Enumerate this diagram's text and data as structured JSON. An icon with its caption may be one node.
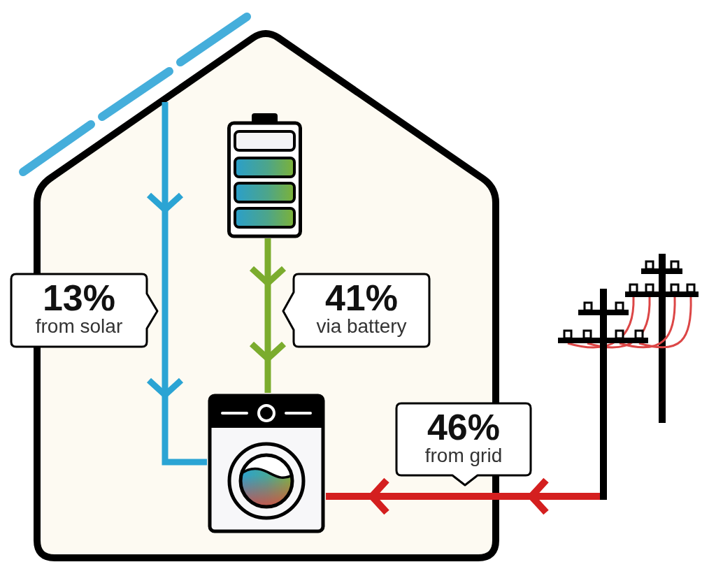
{
  "diagram": {
    "nodes": [
      {
        "text": [],
        "shape": "picture"
      },
      {
        "text": [],
        "shape": "picture"
      },
      {
        "text": [],
        "shape": "picture"
      },
      {
        "text": [
          "13%",
          "from solar"
        ]
      },
      {
        "text": [
          "41%",
          "via battery"
        ]
      },
      {
        "text": [],
        "shape": "picture"
      },
      {
        "text": [
          "46%",
          "from grid"
        ]
      }
    ],
    "edges": [
      {
        "from": 0,
        "to": 5,
        "arrow": "to",
        "color": "#2ba4d4"
      },
      {
        "from": 1,
        "to": 5,
        "arrow": "to",
        "color": "#7bac2e"
      },
      {
        "from": 2,
        "to": 5,
        "arrow": "to",
        "color": "#d41f1f"
      }
    ]
  }
}
